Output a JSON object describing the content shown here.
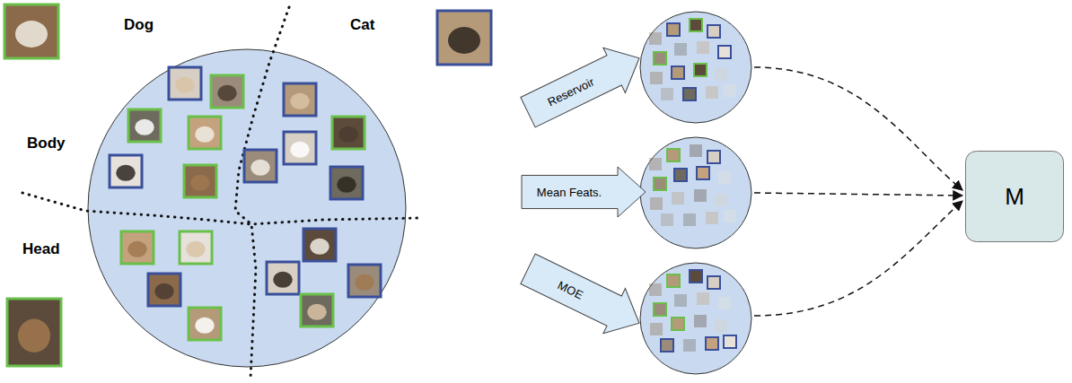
{
  "diagram": {
    "nodes": [
      {
        "text": [
          "Reservoir"
        ]
      },
      {
        "text": [
          "Mean Feats."
        ]
      },
      {
        "text": [
          "MOE"
        ]
      },
      {
        "text": [
          "M"
        ]
      }
    ],
    "labels": [
      "Dog",
      "Cat",
      "Body",
      "Head"
    ]
  }
}
